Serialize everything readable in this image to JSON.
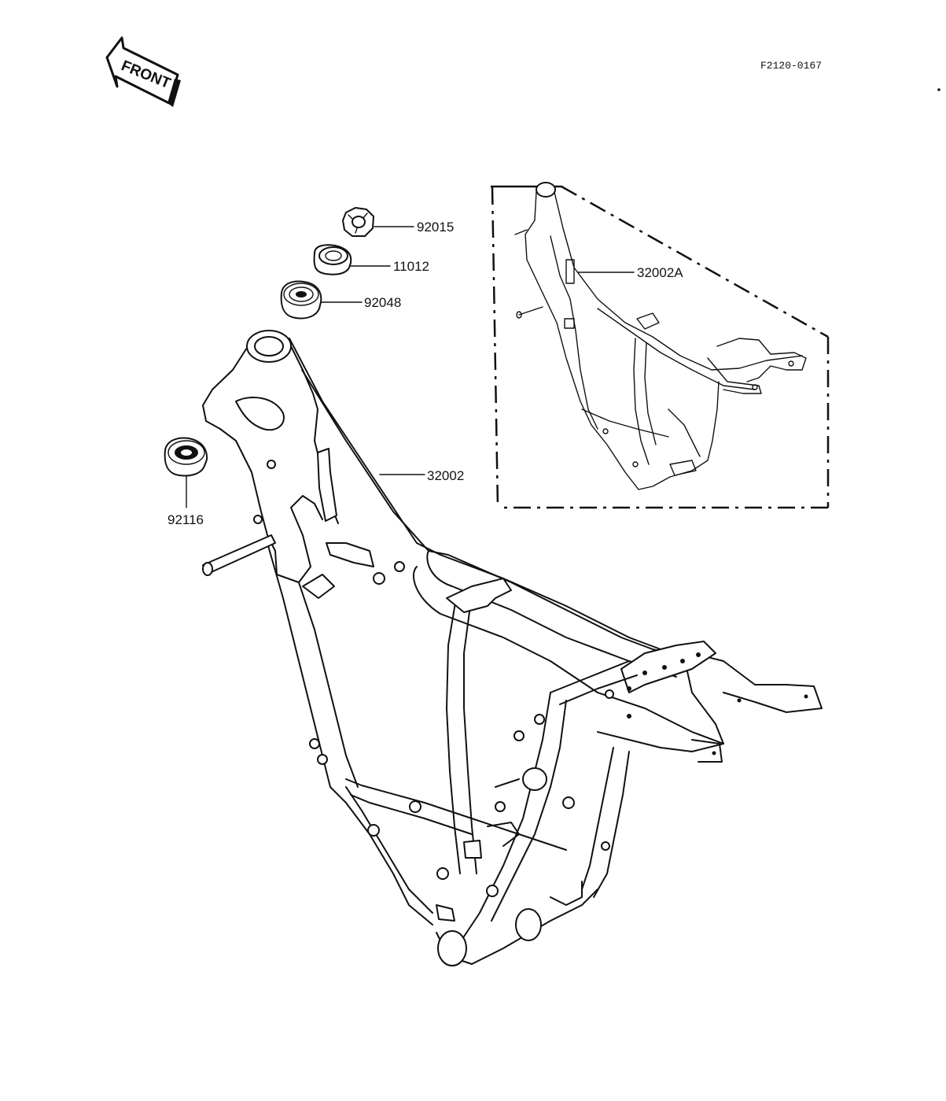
{
  "diagram_code": "F2120-0167",
  "front_arrow": {
    "label": "FRONT",
    "icon": "front-arrow-icon"
  },
  "parts": [
    {
      "id": "nut",
      "number": "92015"
    },
    {
      "id": "bearing",
      "number": "11012"
    },
    {
      "id": "seal-upper",
      "number": "92048"
    },
    {
      "id": "seal-lower",
      "number": "92116"
    },
    {
      "id": "frame",
      "number": "32002"
    },
    {
      "id": "frame-alt",
      "number": "32002A"
    }
  ],
  "colors": {
    "ink": "#111111",
    "paper": "#ffffff"
  }
}
